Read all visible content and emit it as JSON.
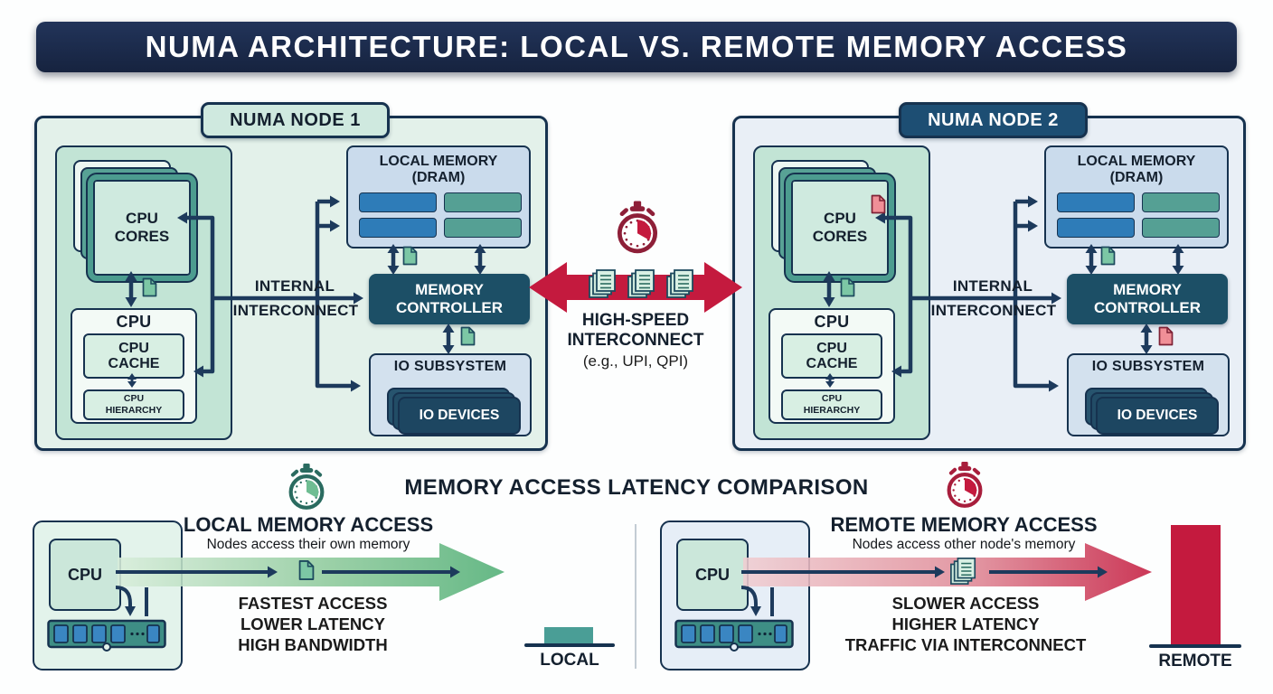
{
  "header": {
    "title": "NUMA ARCHITECTURE: LOCAL VS. REMOTE MEMORY ACCESS"
  },
  "nodes": [
    {
      "label": "NUMA NODE 1",
      "cores_line1": "CPU",
      "cores_line2": "CORES",
      "cpu_label": "CPU",
      "cache_line1": "CPU",
      "cache_line2": "CACHE",
      "hier_line1": "CPU",
      "hier_line2": "HIERARCHY",
      "ic_line1": "INTERNAL",
      "ic_line2": "INTERCONNECT",
      "mem_line1": "LOCAL MEMORY",
      "mem_line2": "(DRAM)",
      "ctrl_line1": "MEMORY",
      "ctrl_line2": "CONTROLLER",
      "io_title": "IO SUBSYSTEM",
      "io_devices": "IO DEVICES"
    },
    {
      "label": "NUMA NODE 2",
      "cores_line1": "CPU",
      "cores_line2": "CORES",
      "cpu_label": "CPU",
      "cache_line1": "CPU",
      "cache_line2": "CACHE",
      "hier_line1": "CPU",
      "hier_line2": "HIERARCHY",
      "ic_line1": "INTERNAL",
      "ic_line2": "INTERCONNECT",
      "mem_line1": "LOCAL MEMORY",
      "mem_line2": "(DRAM)",
      "ctrl_line1": "MEMORY",
      "ctrl_line2": "CONTROLLER",
      "io_title": "IO SUBSYSTEM",
      "io_devices": "IO DEVICES"
    }
  ],
  "interconnect": {
    "line1": "HIGH-SPEED",
    "line2": "INTERCONNECT",
    "line3": "(e.g., UPI, QPI)"
  },
  "comparison": {
    "title": "MEMORY ACCESS LATENCY COMPARISON",
    "local": {
      "heading": "LOCAL MEMORY ACCESS",
      "subtitle": "Nodes access their own memory",
      "cpu_label": "CPU",
      "points": [
        "FASTEST ACCESS",
        "LOWER LATENCY",
        "HIGH BANDWIDTH"
      ],
      "bar_label": "LOCAL"
    },
    "remote": {
      "heading": "REMOTE MEMORY ACCESS",
      "subtitle": "Nodes access other node's memory",
      "cpu_label": "CPU",
      "points": [
        "SLOWER ACCESS",
        "HIGHER LATENCY",
        "TRAFFIC VIA INTERCONNECT"
      ],
      "bar_label": "REMOTE"
    }
  },
  "icons": {
    "stopwatch": "timer-dial",
    "document": "memory-page",
    "document_stack": "memory-pages",
    "ram": "ram-module"
  },
  "colors": {
    "navy": "#16324f",
    "crimson": "#c41a3e",
    "dark_teal": "#1c4f66",
    "mint_panel": "#c2e4d5",
    "node1_bg": "#e3f1ea",
    "node2_bg": "#e9eff6",
    "blue_bar": "#2e7cb8",
    "teal_bar": "#55a094",
    "green_accent": "#4fae74"
  }
}
